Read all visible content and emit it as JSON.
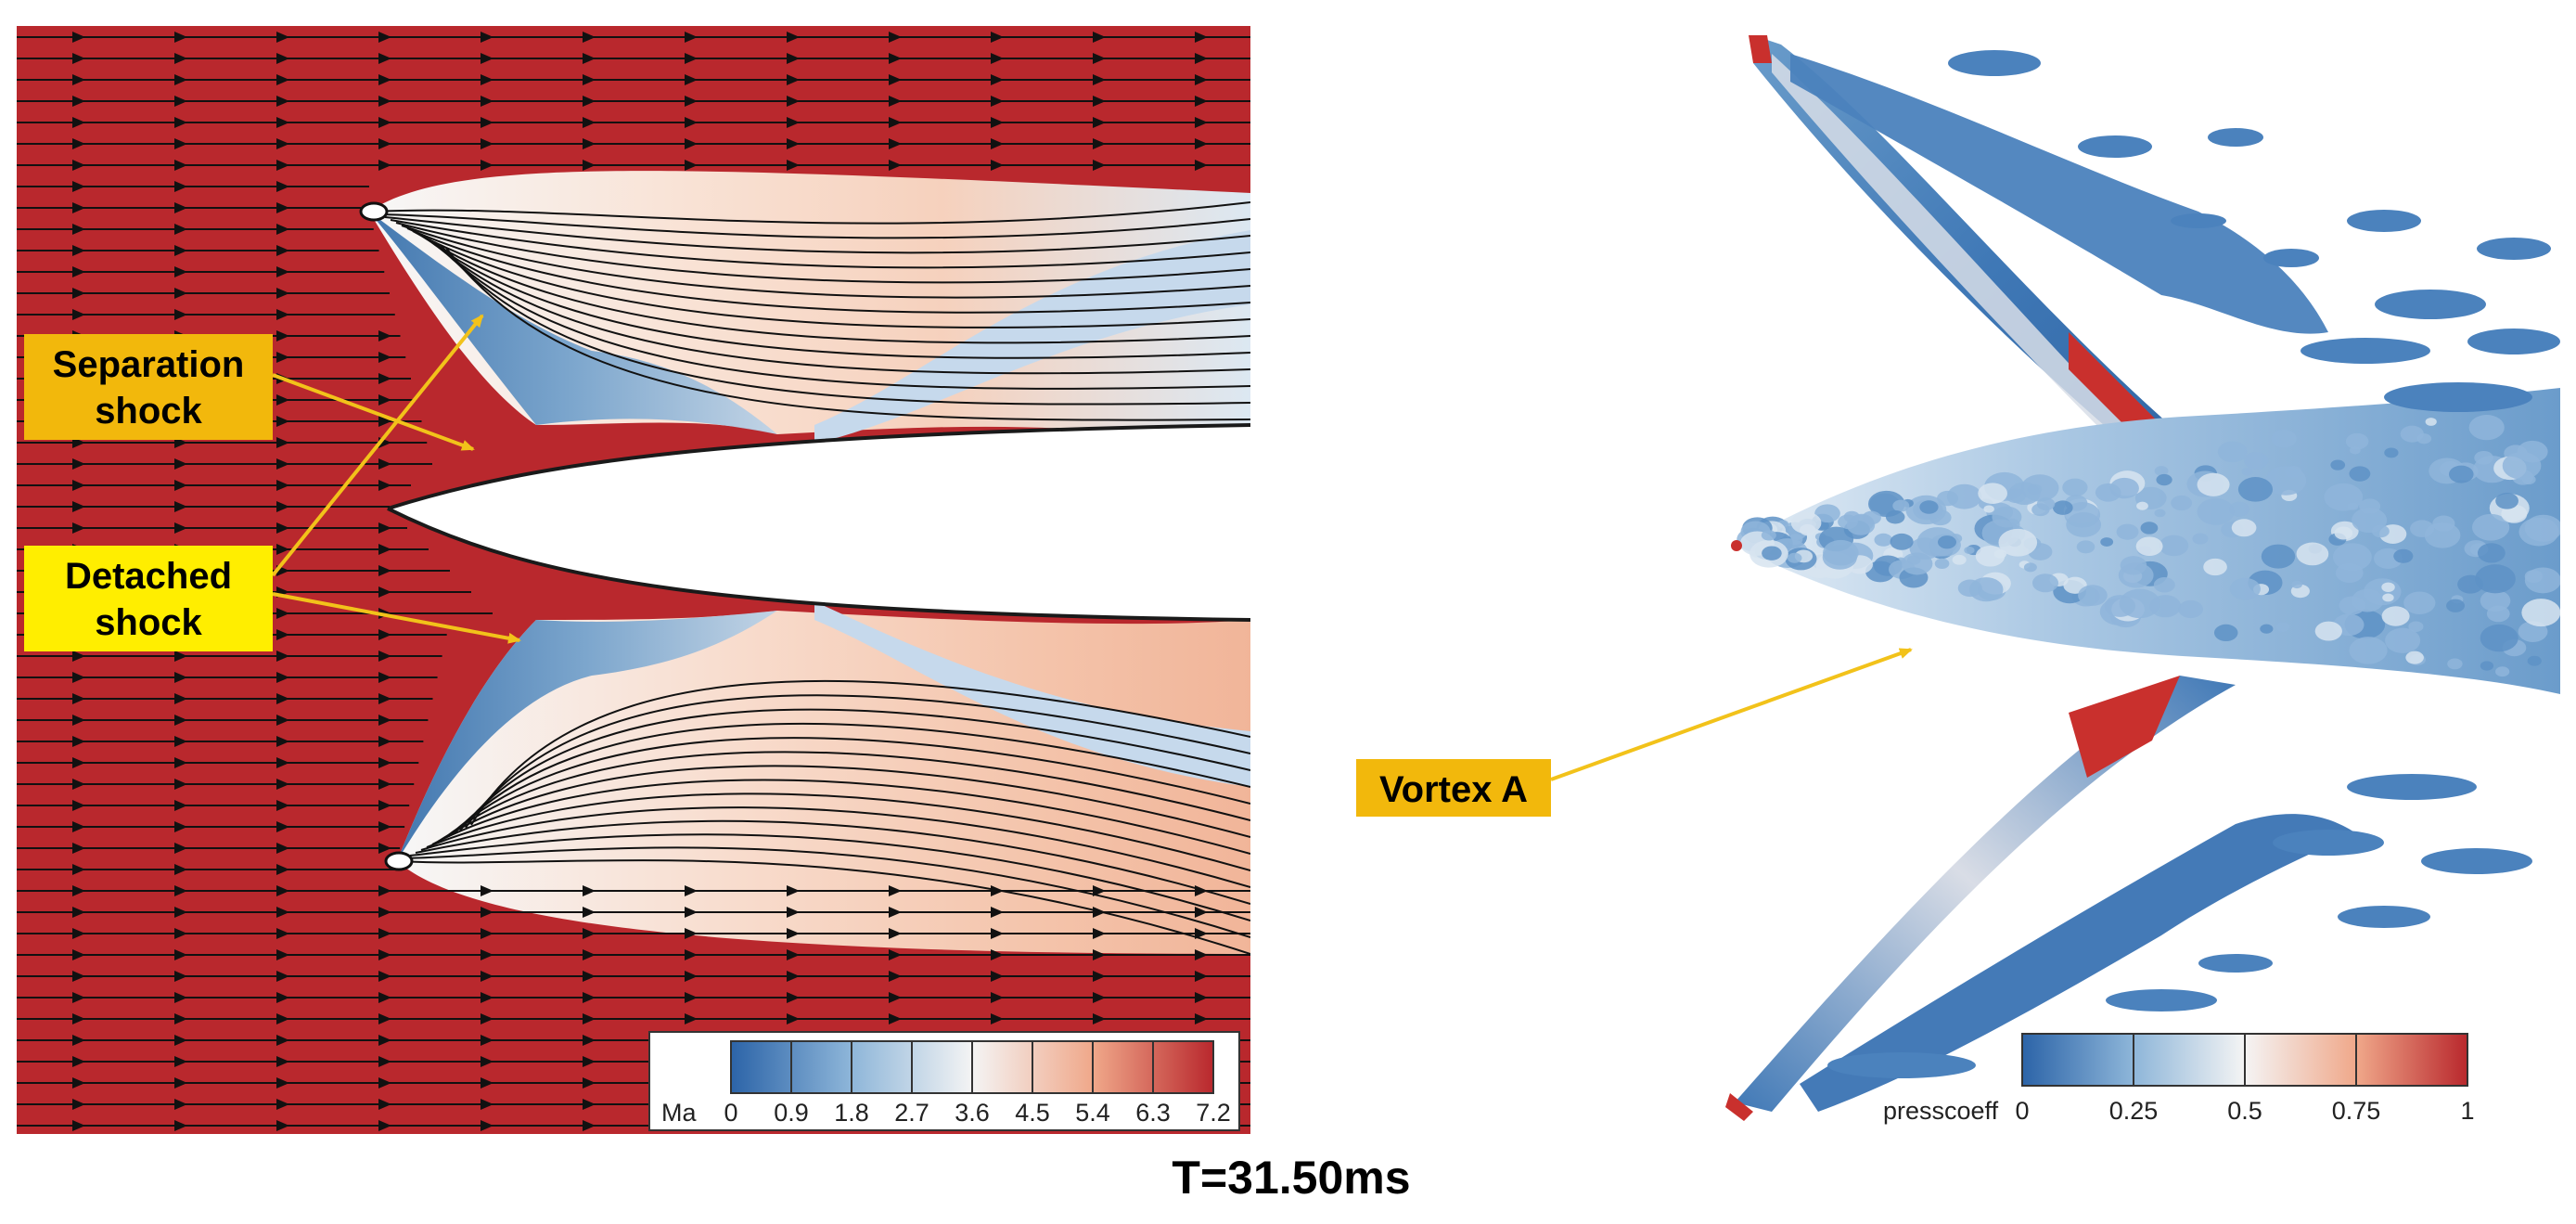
{
  "colors": {
    "freestream_red": "#b9282d",
    "callout_fill": "#f2b80c",
    "callout_fill_bright": "#ffee00",
    "arrow": "#f2c21a",
    "low_blue": "#3a78b8",
    "mid_white": "#f4f4f4"
  },
  "callouts": {
    "separation_shock": [
      "Separation",
      "shock"
    ],
    "detached_shock": [
      "Detached",
      "shock"
    ],
    "vortex_a": "Vortex A"
  },
  "mach_colorbar": {
    "label": "Ma",
    "ticks": [
      "0",
      "0.9",
      "1.8",
      "2.7",
      "3.6",
      "4.5",
      "5.4",
      "6.3",
      "7.2"
    ]
  },
  "pressure_colorbar": {
    "label": "presscoeff",
    "ticks": [
      "0",
      "0.25",
      "0.5",
      "0.75",
      "1"
    ]
  },
  "time_label": "T=31.50ms"
}
